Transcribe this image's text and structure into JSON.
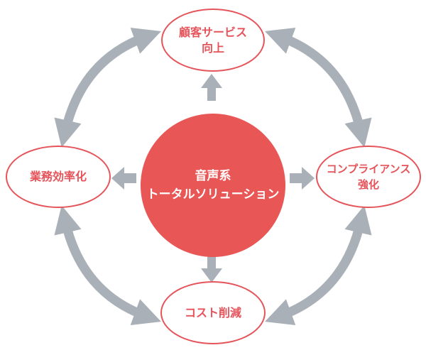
{
  "center": {
    "line1": "音声系",
    "line2": "トータルソリューション"
  },
  "nodes": {
    "top": {
      "line1": "顧客サービス",
      "line2": "向上"
    },
    "left": {
      "line1": "業務効率化"
    },
    "right": {
      "line1": "コンプライアンス",
      "line2": "強化"
    },
    "bottom": {
      "line1": "コスト削減"
    }
  },
  "colors": {
    "accent": "#e85656",
    "arrow": "#a9b0b7"
  }
}
